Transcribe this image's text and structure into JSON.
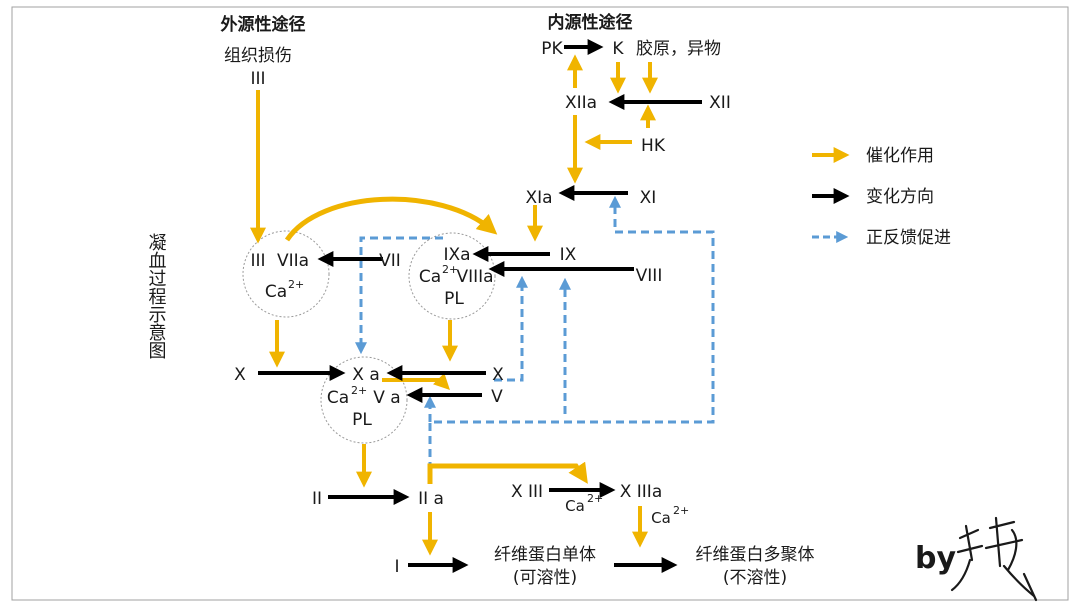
{
  "titles": {
    "extrinsic": "外源性途径",
    "intrinsic": "内源性途径",
    "side": "凝血过程示意图"
  },
  "labels": {
    "tissue_injury": "组织损伤",
    "III_top": "III",
    "PK": "PK",
    "K": "K",
    "collagen": "胶原，异物",
    "XIIa": "XIIa",
    "XII": "XII",
    "HK": "HK",
    "XIa": "XIa",
    "XI": "XI",
    "c1_III": "III",
    "c1_VIIa": "VIIa",
    "c1_Ca": "Ca",
    "VII": "VII",
    "c2_IXa": "IXa",
    "c2_Ca": "Ca",
    "c2_VIIIa": "VIIIa",
    "c2_PL": "PL",
    "IX": "IX",
    "VIII": "VIII",
    "X_left": "X",
    "c3_Xa": "X a",
    "c3_Ca": "Ca",
    "c3_Va": "V a",
    "c3_PL": "PL",
    "X_right": "X",
    "V": "V",
    "II": "II",
    "IIa": "II a",
    "XIII": "X III",
    "Ca_xiii": "Ca",
    "XIIIa": "X IIIa",
    "Ca_down": "Ca",
    "I": "I",
    "fibrin_monomer": "纤维蛋白单体",
    "soluble": "(可溶性)",
    "fibrin_polymer": "纤维蛋白多聚体",
    "insoluble": "(不溶性)",
    "sup2plus": "2+"
  },
  "legend": {
    "catalysis": "催化作用",
    "direction": "变化方向",
    "feedback": "正反馈促进"
  },
  "signature": {
    "prefix": "by"
  },
  "colors": {
    "catalysis": "#f0b400",
    "direction": "#000000",
    "feedback": "#5b9bd5",
    "circle": "#9a9a9a",
    "border": "#a0a0a0"
  }
}
